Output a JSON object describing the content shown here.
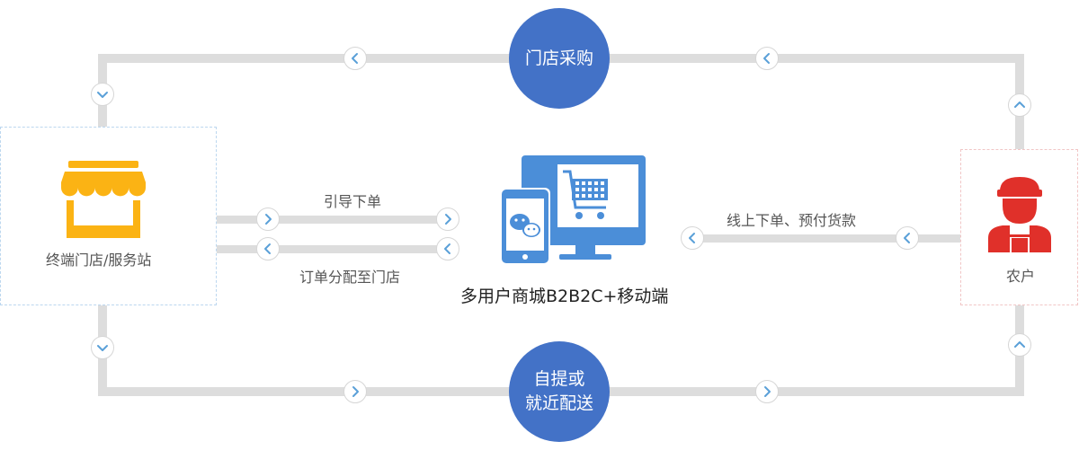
{
  "nodes": {
    "top_circle": "门店采购",
    "bottom_circle_line1": "自提或",
    "bottom_circle_line2": "就近配送",
    "left_box": "终端门店/服务站",
    "right_box": "农户",
    "center_title": "多用户商城B2B2C+移动端"
  },
  "labels": {
    "guide_order": "引导下单",
    "assign_order": "订单分配至门店",
    "online_order": "线上下单、预付货款"
  },
  "icons": {
    "store": "store-icon",
    "devices": "devices-icon",
    "farmer": "farmer-icon",
    "arrow_left": "chevron-left-icon",
    "arrow_right": "chevron-right-icon",
    "arrow_up": "chevron-up-icon",
    "arrow_down": "chevron-down-icon"
  },
  "colors": {
    "circle": "#4372c7",
    "track": "#dddddd",
    "arrow": "#5aa0d8",
    "store": "#fbb314",
    "devices": "#4b8ed8",
    "farmer": "#e0302a"
  }
}
